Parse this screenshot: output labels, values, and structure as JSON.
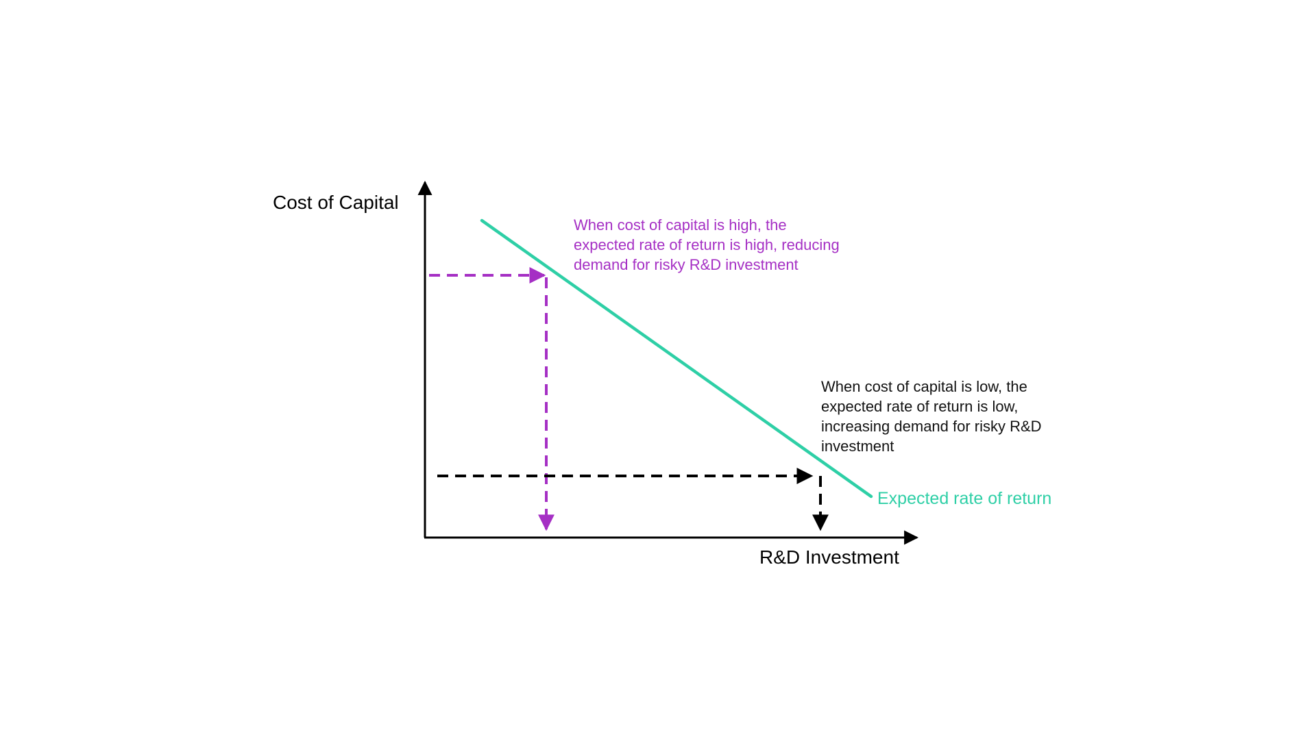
{
  "axes": {
    "y_label": "Cost of Capital",
    "x_label": "R&D Investment"
  },
  "curve": {
    "label": "Expected rate of return",
    "color": "#2ecfa6"
  },
  "annotations": {
    "high": {
      "color": "#a52fc4",
      "lines": [
        "When cost of capital is high, the",
        "expected rate of return is high, reducing",
        "demand for risky R&D investment"
      ]
    },
    "low": {
      "color": "#111111",
      "lines": [
        "When cost of capital is low, the",
        "expected rate of return is low,",
        "increasing demand for risky R&D",
        "investment"
      ]
    }
  },
  "colors": {
    "axis": "#000000",
    "high_path": "#a52fc4",
    "low_path": "#000000",
    "background": "#ffffff"
  }
}
